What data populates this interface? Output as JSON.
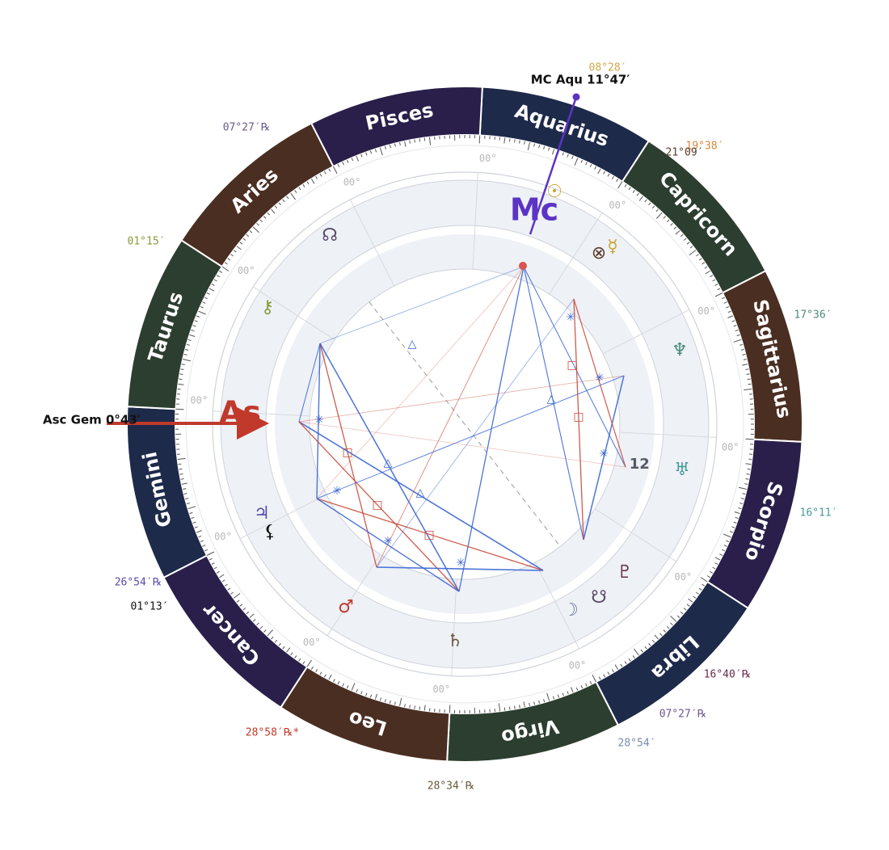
{
  "signs": [
    {
      "name": "Aquarius",
      "fill": "#1e2a4a"
    },
    {
      "name": "Capricorn",
      "fill": "#2c3e2f"
    },
    {
      "name": "Sagittarius",
      "fill": "#4a2e22"
    },
    {
      "name": "Scorpio",
      "fill": "#2a1f4a"
    },
    {
      "name": "Libra",
      "fill": "#1e2a4a"
    },
    {
      "name": "Virgo",
      "fill": "#2c3e2f"
    },
    {
      "name": "Leo",
      "fill": "#4a2e22"
    },
    {
      "name": "Cancer",
      "fill": "#2a1f4a"
    },
    {
      "name": "Gemini",
      "fill": "#1e2a4a"
    },
    {
      "name": "Taurus",
      "fill": "#2c3e2f"
    },
    {
      "name": "Aries",
      "fill": "#4a2e22"
    },
    {
      "name": "Pisces",
      "fill": "#2a1f4a"
    }
  ],
  "axes": {
    "asc_label": "Asc Gem 0°43′",
    "mc_label": "MC Aqu 11°47′",
    "asc_glyph": "As",
    "mc_glyph": "Mc",
    "asc_color": "#c0392b",
    "mc_color": "#5b34c4"
  },
  "house_degree_label": "00°",
  "house_number_label": "12",
  "planets": [
    {
      "name": "sun",
      "glyph": "☉",
      "color": "#c9a227",
      "degree_label": "08°28′",
      "degree_color": "#d4a64a"
    },
    {
      "name": "mercury",
      "glyph": "☿",
      "color": "#c9a227",
      "degree_label": "19°38′",
      "degree_color": "#d4873a"
    },
    {
      "name": "part-of-fortune",
      "glyph": "⊗",
      "color": "#5a3a2a",
      "degree_label": "21°09′",
      "degree_color": "#5a3a2a"
    },
    {
      "name": "neptune",
      "glyph": "♆",
      "color": "#4a8a7a",
      "degree_label": "17°36′",
      "degree_color": "#4a8a7a"
    },
    {
      "name": "uranus",
      "glyph": "♅",
      "color": "#4a9a9a",
      "degree_label": "16°11′",
      "degree_color": "#4a9a9a"
    },
    {
      "name": "pluto",
      "glyph": "♇",
      "color": "#6a2a4a",
      "degree_label": "16°40′℞",
      "degree_color": "#6a2a4a"
    },
    {
      "name": "south-node",
      "glyph": "☋",
      "color": "#5a4a6a",
      "degree_label": "07°27′℞",
      "degree_color": "#6a5a8a"
    },
    {
      "name": "moon",
      "glyph": "☽",
      "color": "#6a7a9a",
      "degree_label": "28°54′",
      "degree_color": "#7a8aaa"
    },
    {
      "name": "saturn",
      "glyph": "♄",
      "color": "#6a5a3a",
      "degree_label": "28°34′℞",
      "degree_color": "#6a5a3a"
    },
    {
      "name": "mars",
      "glyph": "♂",
      "color": "#c0392b",
      "degree_label": "28°58′℞*",
      "degree_color": "#c0392b"
    },
    {
      "name": "jupiter",
      "glyph": "♃",
      "color": "#5a4ab0",
      "degree_label": "26°54′℞",
      "degree_color": "#5a4ab0"
    },
    {
      "name": "lilith",
      "glyph": "⚸",
      "color": "#111111",
      "degree_label": "01°13′",
      "degree_color": "#111111"
    },
    {
      "name": "chiron",
      "glyph": "⚷",
      "color": "#8a9a3a",
      "degree_label": "01°15′",
      "degree_color": "#8a9a3a"
    },
    {
      "name": "north-node",
      "glyph": "☊",
      "color": "#5a4a6a",
      "degree_label": "07°27′℞",
      "degree_color": "#6a5a8a"
    }
  ],
  "colors": {
    "harmonious": "#3a66d4",
    "tense": "#c84a3a",
    "ring_bg": "#eef1f6",
    "ring_line": "#cfd3da"
  }
}
